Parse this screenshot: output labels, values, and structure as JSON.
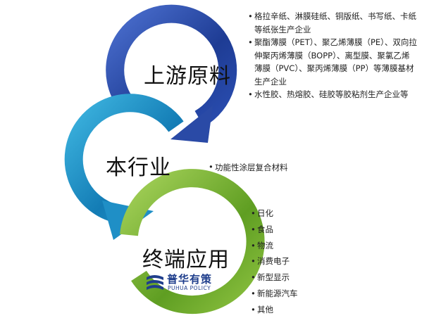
{
  "stages": {
    "upstream": {
      "label": "上游原料",
      "items": [
        "格拉辛纸、淋膜硅纸、铜版纸、书写纸、卡纸等纸张生产企业",
        "聚酯薄膜（PET）、聚乙烯薄膜（PE）、双向拉伸聚丙烯薄膜（BOPP）、离型膜、聚氯乙烯薄膜（PVC）、聚丙烯薄膜（PP）等薄膜基材生产企业",
        "水性胶、热熔胶、硅胶等胶粘剂生产企业等"
      ]
    },
    "midstream": {
      "label": "本行业",
      "items": [
        "功能性涂层复合材料"
      ]
    },
    "downstream": {
      "label": "终端应用",
      "items": [
        "日化",
        "食品",
        "物流",
        "消费电子",
        "新型显示",
        "新能源汽车",
        "其他"
      ]
    }
  },
  "logo": {
    "name_cn": "普华有策",
    "name_en": "PUHUA POLICY"
  },
  "colors": {
    "upstream_arc": "#1f3f99",
    "midstream_arc": "#1a86bf",
    "downstream_arc": "#6fae2c",
    "logo": "#1f3e8c"
  }
}
